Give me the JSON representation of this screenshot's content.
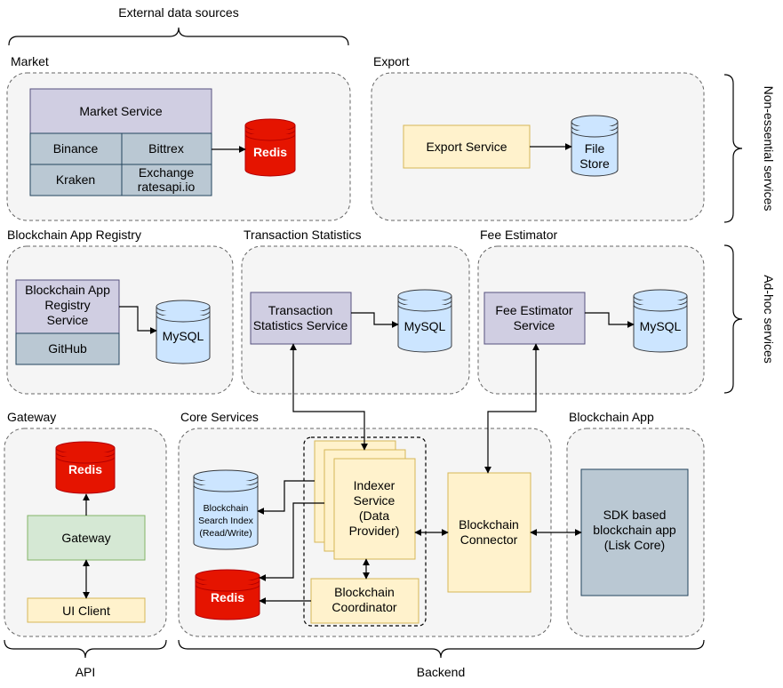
{
  "brackets": {
    "external": "External data sources",
    "non_essential": "Non-essential services",
    "ad_hoc": "Ad-hoc services",
    "api": "API",
    "backend": "Backend"
  },
  "groups": {
    "market": "Market",
    "export": "Export",
    "registry": "Blockchain App Registry",
    "txstats": "Transaction Statistics",
    "fee": "Fee Estimator",
    "gateway": "Gateway",
    "core": "Core Services",
    "app": "Blockchain App"
  },
  "nodes": {
    "market_service": "Market Service",
    "binance": "Binance",
    "bittrex": "Bittrex",
    "kraken": "Kraken",
    "exchange_l1": "Exchange",
    "exchange_l2": "ratesapi.io",
    "market_redis": "Redis",
    "export_service": "Export Service",
    "file_store_l1": "File",
    "file_store_l2": "Store",
    "registry_l1": "Blockchain App",
    "registry_l2": "Registry",
    "registry_l3": "Service",
    "github": "GitHub",
    "registry_mysql": "MySQL",
    "txstats_l1": "Transaction",
    "txstats_l2": "Statistics Service",
    "txstats_mysql": "MySQL",
    "fee_l1": "Fee Estimator",
    "fee_l2": "Service",
    "fee_mysql": "MySQL",
    "gateway_redis": "Redis",
    "gateway": "Gateway",
    "ui_client": "UI Client",
    "search_l1": "Blockchain",
    "search_l2": "Search Index",
    "search_l3": "(Read/Write)",
    "core_redis": "Redis",
    "indexer_l1": "Indexer",
    "indexer_l2": "Service",
    "indexer_l3": "(Data",
    "indexer_l4": "Provider)",
    "coordinator_l1": "Blockchain",
    "coordinator_l2": "Coordinator",
    "connector_l1": "Blockchain",
    "connector_l2": "Connector",
    "sdk_l1": "SDK based",
    "sdk_l2": "blockchain app",
    "sdk_l3": "(Lisk Core)"
  }
}
